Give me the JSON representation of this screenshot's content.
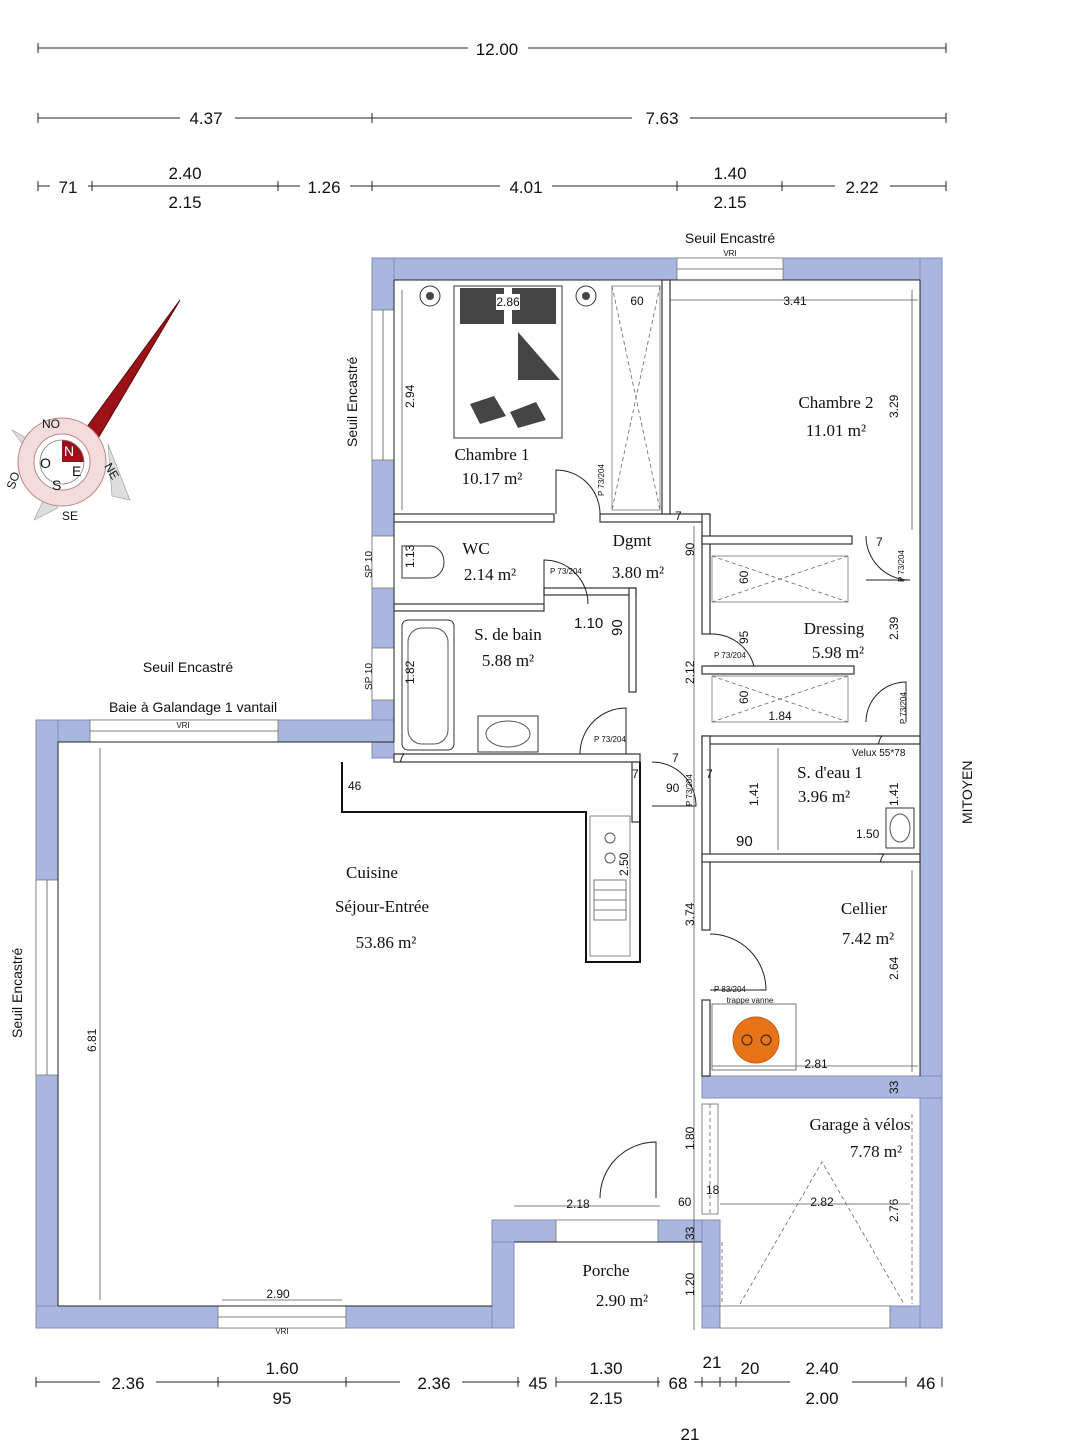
{
  "dimensions": {
    "top_total": "12.00",
    "top_row2": [
      "4.37",
      "7.63"
    ],
    "top_row3": [
      "71",
      "1.26",
      "4.01",
      "2.22"
    ],
    "top_row3_stacked": [
      [
        "2.40",
        "2.15"
      ],
      [
        "1.40",
        "2.15"
      ]
    ],
    "bottom_row": [
      "2.36",
      "2.36",
      "45",
      "68",
      "21",
      "20",
      "46"
    ],
    "bottom_stacked": [
      [
        "1.60",
        "95"
      ],
      [
        "1.30",
        "2.15"
      ],
      [
        "2.40",
        "2.00"
      ]
    ],
    "bottom_extra": "21"
  },
  "labels": {
    "seuil_top": "Seuil Encastré",
    "vri": "VRI",
    "seuil_left_upper": "Seuil Encastré",
    "seuil_left_lower": "Seuil Encastré",
    "seuil_mid": "Seuil Encastré",
    "baie": "Baie à Galandage 1 vantail",
    "mitoyen": "MITOYEN",
    "velux": "Velux 55*78",
    "trappe": "trappe vanne",
    "sp1": "SP 10",
    "sp2": "SP 10"
  },
  "compass": [
    "NO",
    "NE",
    "SO",
    "SE",
    "O",
    "N",
    "E",
    "S"
  ],
  "rooms": [
    {
      "name": "Chambre 1",
      "area": "10.17 m²"
    },
    {
      "name": "Chambre 2",
      "area": "11.01 m²"
    },
    {
      "name": "WC",
      "area": "2.14 m²"
    },
    {
      "name": "Dgmt",
      "area": "3.80 m²"
    },
    {
      "name": "S. de bain",
      "area": "5.88 m²"
    },
    {
      "name": "Dressing",
      "area": "5.98 m²"
    },
    {
      "name": "S. d'eau 1",
      "area": "3.96 m²"
    },
    {
      "name": "Cellier",
      "area": "7.42 m²"
    },
    {
      "name": "Garage à vélos",
      "area": "7.78 m²"
    },
    {
      "name": "Porche",
      "area": "2.90 m²"
    }
  ],
  "sejour": {
    "line1": "Cuisine",
    "line2": "Séjour-Entrée",
    "area": "53.86 m²"
  },
  "doors": [
    "P 73/204",
    "P 73/204",
    "P 73/204",
    "P 73/204",
    "P 73/204",
    "P 73/204",
    "P 73/204",
    "P 83/204"
  ],
  "inner_dims": {
    "d286": "2.86",
    "d60a": "60",
    "d341": "3.41",
    "d294": "2.94",
    "d329": "3.29",
    "d7a": "7",
    "d90a": "90",
    "d7b": "7",
    "d113": "1.13",
    "d110": "1.10",
    "d90b": "90",
    "d60b": "60",
    "d95": "95",
    "d239": "2.39",
    "d182": "1.82",
    "d212": "2.12",
    "d60c": "60",
    "d184": "1.84",
    "d7c": "7",
    "d7d": "7",
    "d46": "46",
    "d7e": "7",
    "d90c": "90",
    "d141a": "1.41",
    "d141b": "1.41",
    "d90d": "90",
    "d150": "1.50",
    "d250": "2.50",
    "d374": "3.74",
    "d264": "2.64",
    "d681": "6.81",
    "d281": "2.81",
    "d33a": "33",
    "d180": "1.80",
    "d18": "18",
    "d282": "2.82",
    "d276": "2.76",
    "d218": "2.18",
    "d60d": "60",
    "d33b": "33",
    "d120": "1.20",
    "d290": "2.90",
    "d7f": "7",
    "d7g": "7",
    "d7h": "7"
  },
  "colors": {
    "wall": "#a9b6dd",
    "boiler": "#e8741a",
    "compass_red": "#9c1018"
  }
}
